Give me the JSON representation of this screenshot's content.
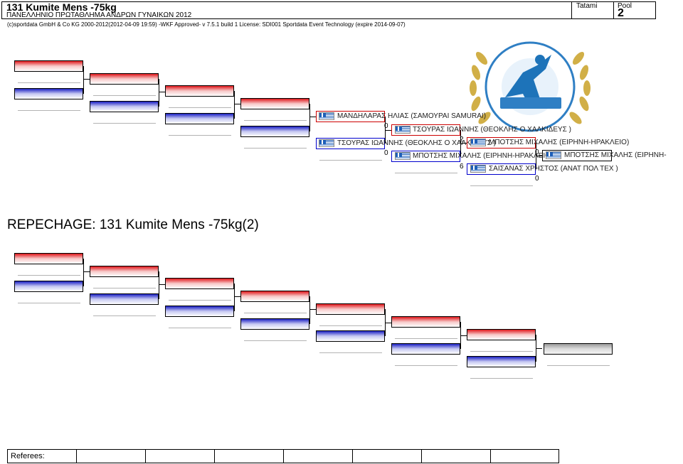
{
  "header": {
    "title": "131 Kumite Mens -75kg",
    "subtitle": "ΠΑΝΕΛΛΗΝΙΟ ΠΡΩΤΑΘΛΗΜΑ ΑΝΔΡΩΝ ΓΥΝΑΙΚΩΝ 2012",
    "tatami_label": "Tatami",
    "pool_label": "Pool",
    "pool_value": "2",
    "copyright": "(c)sportdata GmbH & Co KG 2000-2012(2012-04-09 19:59) -WKF Approved- v 7.5.1 build 1 License: SDI001 Sportdata Event Technology (expire 2014-09-07)"
  },
  "bracket": {
    "entries": [
      {
        "name": "ΜΑΝΔΗΛΑΡΑΣ ΗΛΙΑΣ (ΣΑΜΟΥΡΑΙ SAMURAI)",
        "score": "0"
      },
      {
        "name": "ΤΣΟΥΡΑΣ ΙΩΑΝΝΗΣ (ΘΕΟΚΛΗΣ Ο ΧΑΛΚΙΔΕΥΣ )",
        "score": "2"
      },
      {
        "name": "ΤΣΟΥΡΑΣ ΙΩΑΝΝΗΣ (ΘΕΟΚΛΗΣ Ο ΧΑΛΚΙΔΕΥΣ )",
        "score": "0"
      },
      {
        "name": "ΜΠΟΤΣΗΣ ΜΙΧΑΛΗΣ (ΕΙΡΗΝΗ-ΗΡΑΚΛΕΙΟ)",
        "score": "0"
      },
      {
        "name": "ΜΠΟΤΣΗΣ ΜΙΧΑΛΗΣ (ΕΙΡΗΝΗ-ΗΡΑΚΛΕΙΟ)",
        "score": "6"
      },
      {
        "name": "ΜΠΟΤΣΗΣ ΜΙΧΑΛΗΣ (ΕΙΡΗΝΗ-",
        "score": ""
      },
      {
        "name": "ΣΑΙΣΑΝΑΣ ΧΡΗΣΤΟΣ (ΑΝΑΤ ΠΟΛ ΤΕΧ )",
        "score": "0"
      }
    ]
  },
  "repechage": {
    "heading": "REPECHAGE:  131 Kumite Mens -75kg(2)"
  },
  "referees": {
    "label": "Referees:"
  },
  "colors": {
    "red": "#e0181c",
    "blue": "#1c21c4"
  },
  "icons": {
    "logo": "karate-federation-logo",
    "flag": "greek-flag-icon"
  }
}
